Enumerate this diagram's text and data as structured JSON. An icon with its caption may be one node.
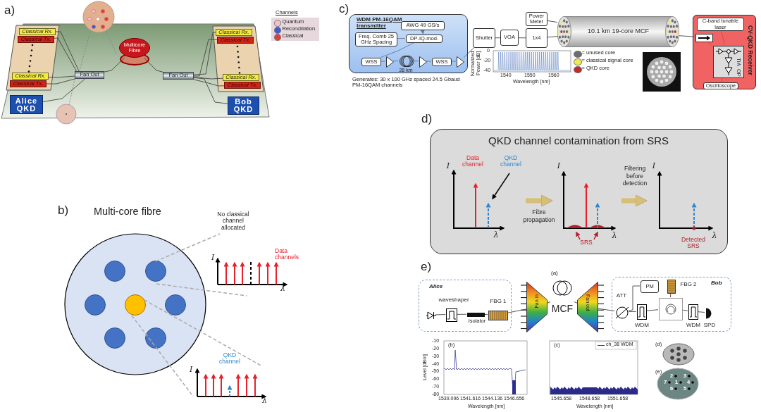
{
  "diagram": {
    "nodes": [
      {
        "text": [
          "Classical Rx."
        ]
      },
      {
        "text": [
          "Classical Tx."
        ]
      },
      {
        "text": [
          "Classical Rx."
        ]
      },
      {
        "text": [
          "Classical Tx."
        ]
      },
      {
        "text": [
          "Alice QKD"
        ]
      },
      {
        "text": [
          "Fan Out"
        ]
      },
      {
        "text": [
          "Multicore Fibre"
        ]
      },
      {
        "text": [
          "Fan Out"
        ]
      },
      {
        "text": [
          "Classical Rx."
        ]
      },
      {
        "text": [
          "Classical Tx."
        ]
      },
      {
        "text": [
          "Classical Rx."
        ]
      },
      {
        "text": [
          "Classical Tx."
        ]
      },
      {
        "text": [
          "Bob QKD"
        ]
      },
      {
        "text": [
          "WDM PM-16QAM transmitter"
        ]
      },
      {
        "text": [
          "AWG 49 GS/s"
        ],
        "in": 13
      },
      {
        "text": [
          "Freq. Comb 25 GHz Spacing"
        ],
        "in": 13
      },
      {
        "text": [
          "DP-IQ-mod."
        ],
        "in": 13
      },
      {
        "text": [
          "WSS"
        ],
        "in": 13
      },
      {
        "text": [],
        "shape": "triangle",
        "in": 13
      },
      {
        "text": [],
        "shape": "coil",
        "in": 13,
        "beside": [
          "28 km"
        ]
      },
      {
        "text": [],
        "shape": "triangle",
        "in": 13
      },
      {
        "text": [
          "WSS"
        ],
        "in": 13
      },
      {
        "text": [],
        "shape": "triangle",
        "in": 13
      },
      {
        "text": [
          "Shutter"
        ]
      },
      {
        "text": [
          "VOA"
        ]
      },
      {
        "text": [
          "Power Meter"
        ]
      },
      {
        "text": [
          "1x4"
        ]
      },
      {
        "text": [
          "10.1 km 19-core MCF"
        ]
      },
      {
        "text": [
          "CV-QKD Receiver"
        ]
      },
      {
        "text": [
          "C-band tunable laser"
        ],
        "in": 28
      },
      {
        "text": [],
        "shape": "box",
        "in": 28
      },
      {
        "text": [
          "TIA",
          "OP"
        ],
        "in": 28
      },
      {
        "text": [
          "Oscilloscope"
        ],
        "in": 28
      },
      {
        "text": [
          "QKD channel contamination from SRS"
        ]
      },
      {
        "text": [
          "I",
          "Data channel",
          "QKD channel",
          "λ"
        ],
        "in": 33
      },
      {
        "text": [
          "I",
          "SRS",
          "λ"
        ],
        "in": 33
      },
      {
        "text": [
          "I",
          "Detected SRS",
          "λ"
        ],
        "in": 33
      },
      {
        "text": [
          "Alice"
        ]
      },
      {
        "text": [],
        "shape": "diode",
        "in": 37
      },
      {
        "text": [],
        "shape": "box",
        "in": 37,
        "beside": [
          "waveshaper"
        ]
      },
      {
        "text": [],
        "shape": "bar",
        "in": 37,
        "beside": [
          "Isolator"
        ]
      },
      {
        "text": [],
        "shape": "box",
        "in": 37,
        "beside": [
          "FBG 1"
        ]
      },
      {
        "text": [
          "Fan in"
        ]
      },
      {
        "text": [
          "MCF"
        ]
      },
      {
        "text": [
          "Fan out"
        ]
      },
      {
        "text": [
          "Bob"
        ]
      },
      {
        "text": [],
        "shape": "circle",
        "in": 45,
        "beside": [
          "ATT"
        ]
      },
      {
        "text": [
          "PM"
        ],
        "in": 45
      },
      {
        "text": [],
        "shape": "box",
        "in": 45,
        "beside": [
          "FBG 2"
        ]
      },
      {
        "text": [],
        "shape": "box",
        "in": 45,
        "beside": [
          "WDM"
        ]
      },
      {
        "text": [],
        "shape": "box",
        "in": 45
      },
      {
        "text": [],
        "shape": "box",
        "in": 45,
        "beside": [
          "WDM"
        ]
      },
      {
        "text": [],
        "shape": "semicircle",
        "in": 45,
        "beside": [
          "SPD"
        ]
      }
    ],
    "edges": [
      {
        "from": 0,
        "to": 5,
        "arrow": "none"
      },
      {
        "from": 1,
        "to": 5,
        "arrow": "none"
      },
      {
        "from": 2,
        "to": 5,
        "arrow": "none"
      },
      {
        "from": 3,
        "to": 5,
        "arrow": "none"
      },
      {
        "from": 4,
        "to": 5,
        "arrow": "none"
      },
      {
        "from": 5,
        "to": 6,
        "arrow": "none"
      },
      {
        "from": 6,
        "to": 7,
        "arrow": "none"
      },
      {
        "from": 7,
        "to": 8,
        "arrow": "none"
      },
      {
        "from": 7,
        "to": 9,
        "arrow": "none"
      },
      {
        "from": 7,
        "to": 10,
        "arrow": "none"
      },
      {
        "from": 7,
        "to": 11,
        "arrow": "none"
      },
      {
        "from": 7,
        "to": 12,
        "arrow": "none"
      },
      {
        "from": 14,
        "to": 16,
        "arrow": "to"
      },
      {
        "from": 15,
        "to": 16,
        "arrow": "none"
      },
      {
        "from": 16,
        "to": 17,
        "arrow": "none"
      },
      {
        "from": 17,
        "to": 18,
        "arrow": "none"
      },
      {
        "from": 18,
        "to": 19,
        "arrow": "none"
      },
      {
        "from": 19,
        "to": 20,
        "arrow": "none"
      },
      {
        "from": 20,
        "to": 21,
        "arrow": "none"
      },
      {
        "from": 21,
        "to": 22,
        "arrow": "none"
      },
      {
        "from": 22,
        "to": 23,
        "arrow": "none"
      },
      {
        "from": 23,
        "to": 24,
        "arrow": "none"
      },
      {
        "from": 24,
        "to": 26,
        "arrow": "none"
      },
      {
        "from": 25,
        "to": 27,
        "arrow": "none"
      },
      {
        "from": 26,
        "to": 27,
        "arrow": "none"
      },
      {
        "from": 27,
        "to": 30,
        "arrow": "none"
      },
      {
        "from": 30,
        "to": 31,
        "arrow": "none"
      },
      {
        "from": 29,
        "to": 31,
        "arrow": "none"
      },
      {
        "from": 31,
        "to": 32,
        "arrow": "none"
      },
      {
        "from": 34,
        "to": 35,
        "arrow": "to",
        "label": "Fibre propagation",
        "style": "thick",
        "color": "#f5b800"
      },
      {
        "from": 35,
        "to": 36,
        "arrow": "to",
        "label": "Filtering before detection",
        "style": "thick",
        "color": "#f5b800"
      },
      {
        "from": 38,
        "to": 39,
        "arrow": "none"
      },
      {
        "from": 39,
        "to": 40,
        "arrow": "none"
      },
      {
        "from": 40,
        "to": 41,
        "arrow": "none"
      },
      {
        "from": 41,
        "to": 42,
        "arrow": "none"
      },
      {
        "from": 42,
        "to": 43,
        "arrow": "none"
      },
      {
        "from": 43,
        "to": 44,
        "arrow": "none"
      },
      {
        "from": 44,
        "to": 46,
        "arrow": "none"
      },
      {
        "from": 46,
        "to": 47,
        "arrow": "none"
      },
      {
        "from": 46,
        "to": 49,
        "arrow": "none"
      },
      {
        "from": 49,
        "to": 50,
        "arrow": "none"
      },
      {
        "from": 48,
        "to": 50,
        "arrow": "none"
      },
      {
        "from": 50,
        "to": 51,
        "arrow": "none"
      },
      {
        "from": 51,
        "to": 52,
        "arrow": "none"
      }
    ],
    "labels": [
      "a)",
      "Channels",
      "c)",
      "Generates: 30 x 100 GHz spaced 24.5 Gbaud PM-16QAM channels",
      "0",
      "-20",
      "-40",
      "1540",
      "1550",
      "1560",
      "Normalized Power [dB]",
      "Wavelength [nm]",
      "b)",
      "Multi-core fibre",
      "No classical channel allocated",
      "I",
      "λ",
      "Data channels",
      "QKD channel",
      "I",
      "λ",
      "d)",
      "e)",
      "(a)",
      "(b)",
      "-10",
      "-20",
      "-30",
      "-40",
      "-50",
      "-60",
      "-70",
      "-80",
      "1539.096",
      "1541.616",
      "1544.136",
      "1546.656",
      "Level [dBm]",
      "Wavelength [nm]",
      "(c)",
      "ch_38 WDM",
      "1545.658",
      "1548.658",
      "1551.658",
      "Wavelength [nm]",
      "(d)",
      "(e)",
      "2",
      "3",
      "7",
      "1",
      "4",
      "6",
      "5"
    ],
    "legend": [
      {
        "text": "Quantum",
        "color": "#f3c1c9"
      },
      {
        "text": "Reconciliation",
        "color": "#3d5bd0"
      },
      {
        "text": "Classical",
        "color": "#e23b3f"
      },
      {
        "text": "= unused core",
        "color": "#6e6e6e"
      },
      {
        "text": "= classical signal core",
        "color": "#f2ea4c"
      },
      {
        "text": "= QKD core",
        "color": "#c22a2f"
      }
    ]
  }
}
